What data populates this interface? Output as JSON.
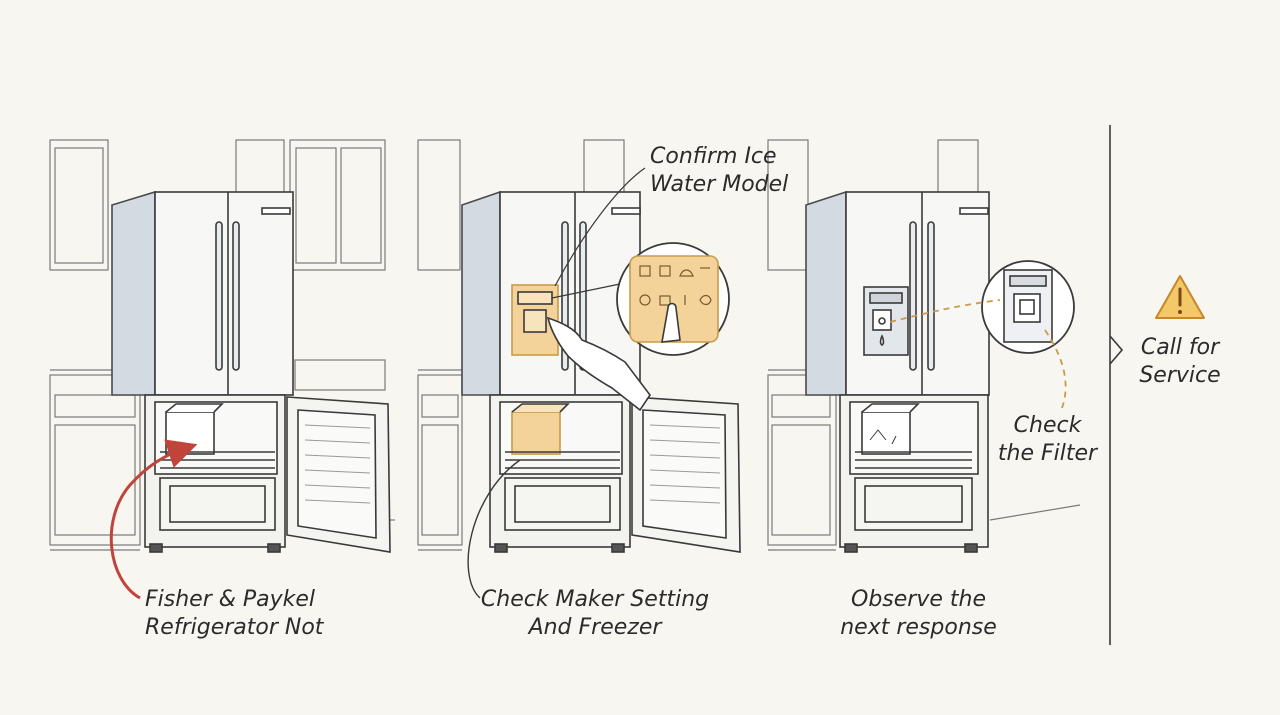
{
  "steps": [
    {
      "label_line1": "Fisher & Paykel",
      "label_line2": "Refrigerator Not"
    },
    {
      "label_line1": "Check Maker Setting",
      "label_line2": "And Freezer"
    },
    {
      "label_line1": "Observe the",
      "label_line2": "next response"
    }
  ],
  "callouts": {
    "confirm_line1": "Confirm Ice",
    "confirm_line2": "Water Model",
    "filter_line1": "Check",
    "filter_line2": "the Filter"
  },
  "final": {
    "line1": "Call for",
    "line2": "Service",
    "icon": "warning-triangle-icon"
  },
  "colors": {
    "highlight": "#f3d39a",
    "arrow": "#c0443a",
    "warning": "#e8b04a",
    "ink": "#3a3a3a"
  }
}
